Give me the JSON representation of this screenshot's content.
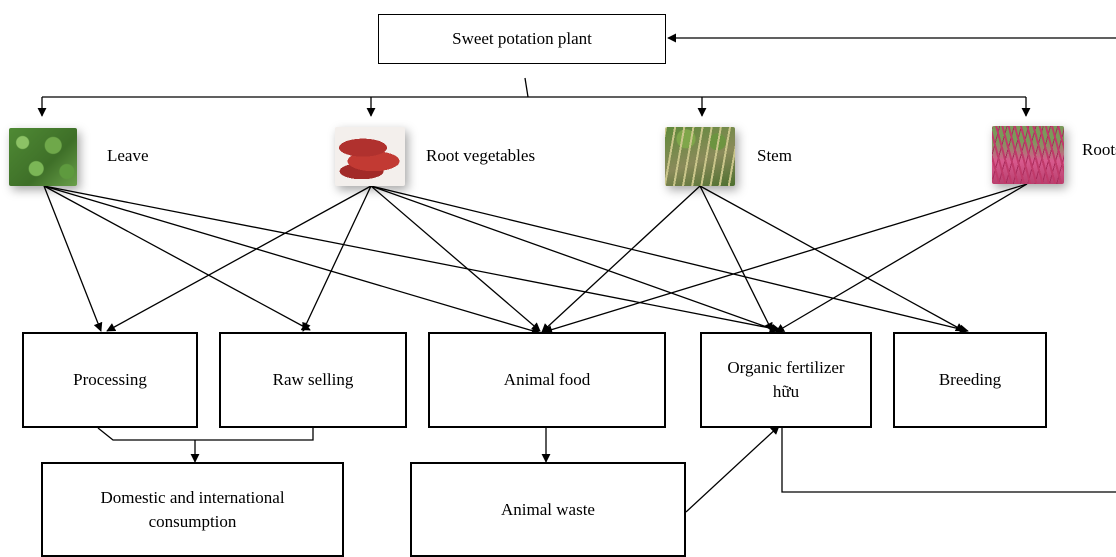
{
  "diagram": {
    "top": "Sweet potation plant",
    "parts": {
      "leave": "Leave",
      "root_vegetables": "Root vegetables",
      "stem": "Stem",
      "rootlet": "Roots"
    },
    "uses": {
      "processing": "Processing",
      "raw_selling": "Raw selling",
      "animal_food": "Animal food",
      "organic_fertilizer": "Organic fertilizer hữu",
      "breeding": "Breeding"
    },
    "outputs": {
      "consumption": "Domestic and international consumption",
      "animal_waste": "Animal waste"
    }
  }
}
